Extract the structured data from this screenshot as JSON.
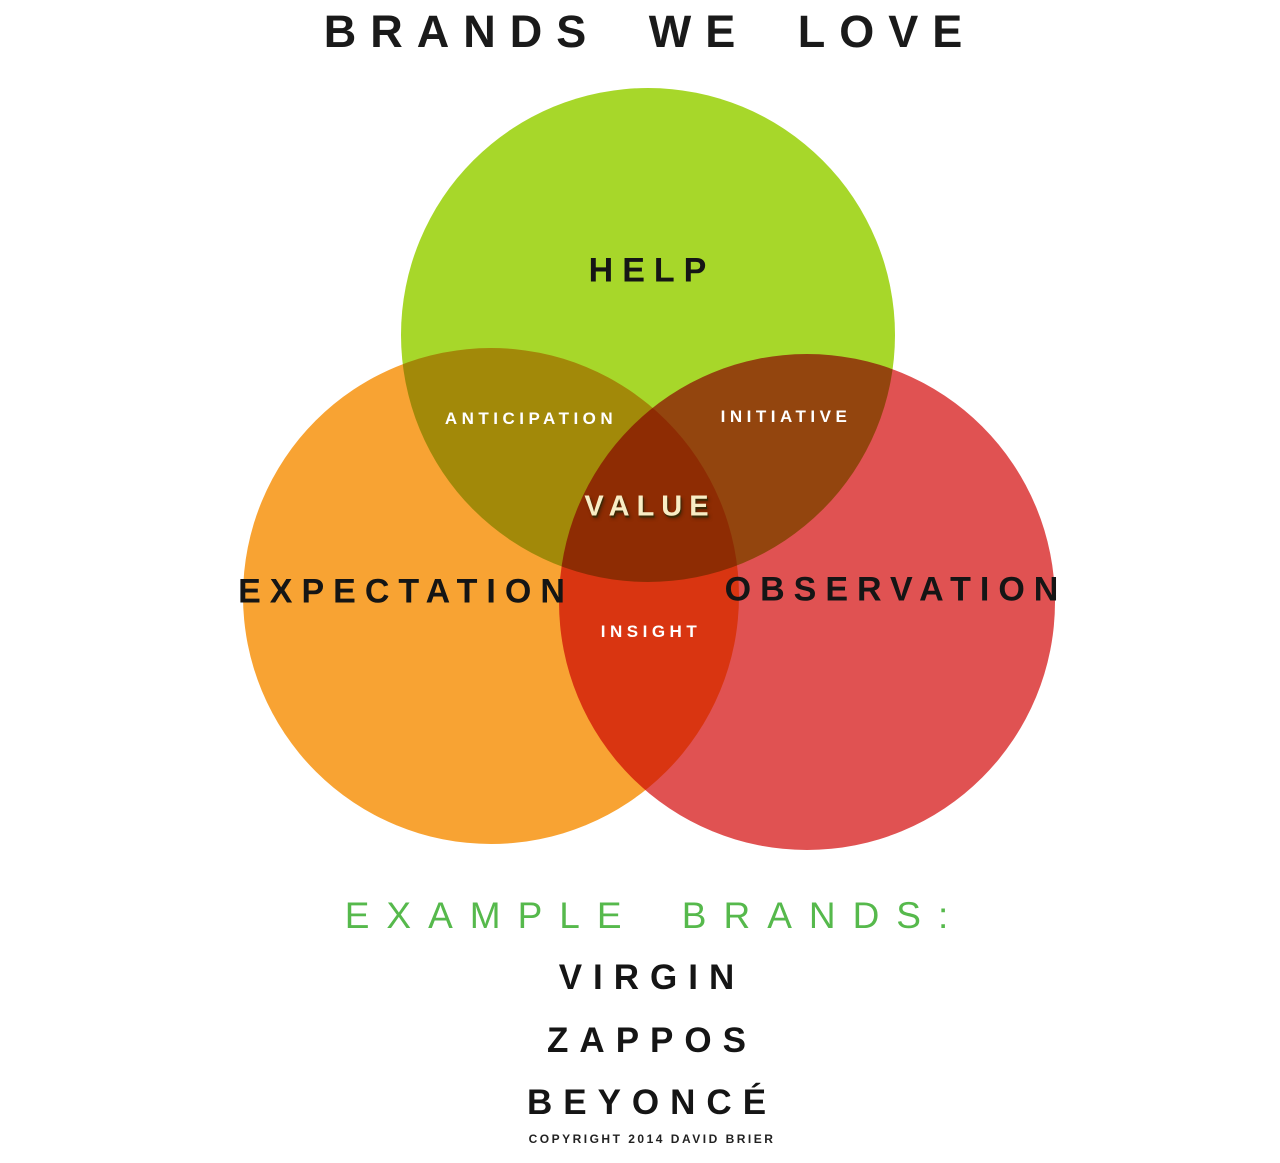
{
  "title": "BRANDS WE LOVE",
  "diagram": {
    "type": "venn",
    "circles": [
      {
        "id": "help",
        "label": "HELP",
        "color": "#a7d72a"
      },
      {
        "id": "expectation",
        "label": "EXPECTATION",
        "color": "#f8a333"
      },
      {
        "id": "observation",
        "label": "OBSERVATION",
        "color": "#e05252"
      }
    ],
    "intersections": [
      {
        "id": "anticipation",
        "label": "ANTICIPATION",
        "between": [
          "help",
          "expectation"
        ]
      },
      {
        "id": "initiative",
        "label": "INITIATIVE",
        "between": [
          "help",
          "observation"
        ]
      },
      {
        "id": "insight",
        "label": "INSIGHT",
        "between": [
          "expectation",
          "observation"
        ]
      },
      {
        "id": "value",
        "label": "VALUE",
        "between": [
          "help",
          "expectation",
          "observation"
        ],
        "text_color": "#f8edc5"
      }
    ]
  },
  "examples": {
    "heading": "EXAMPLE BRANDS:",
    "heading_color": "#56b94c",
    "brands": [
      "VIRGIN",
      "ZAPPOS",
      "BEYONCÉ"
    ]
  },
  "copyright": "COPYRIGHT 2014 DAVID BRIER"
}
